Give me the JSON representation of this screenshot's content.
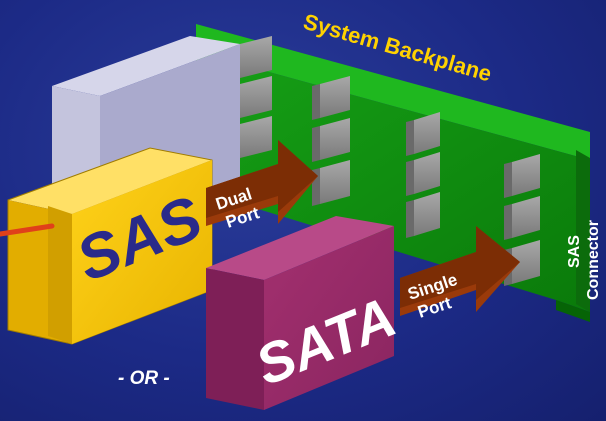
{
  "diagram": {
    "backplane_label": "System Backplane",
    "sas_drive_label": "SAS",
    "sata_drive_label": "SATA",
    "dual_port_label": [
      "Dual",
      "Port"
    ],
    "single_port_label": [
      "Single",
      "Port"
    ],
    "or_label": "- OR -",
    "connector_label": [
      "SAS",
      "Connector"
    ]
  },
  "colors": {
    "background": "#1c2a86",
    "backplane": "#0f8a0f",
    "label_yellow": "#ffd200",
    "sas_drive": "#f2c200",
    "sata_drive": "#9a2a6a",
    "arrow": "#8a2e06",
    "connector_block": "#8c8c8c",
    "cable": "#e0401a"
  }
}
